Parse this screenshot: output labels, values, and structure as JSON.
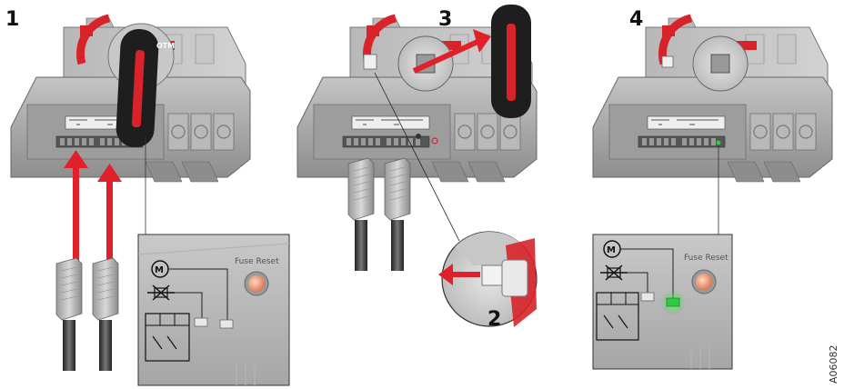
{
  "steps": {
    "step1": "1",
    "step2": "2",
    "step3": "3",
    "step4": "4"
  },
  "labels": {
    "fuse_reset": "Fuse Reset",
    "doc_id": "A06082",
    "brand_tag": "OTM"
  },
  "colors": {
    "accent_red": "#d8232a",
    "arrow_red": "#e0202a",
    "body_gray": "#a9a9a9",
    "dark_gray": "#6e6e6e",
    "handle_black": "#1e1e1e",
    "led_green": "#2ecc40",
    "button_orange": "#f4a07a"
  },
  "icons": [
    "motor-icon",
    "fuse-icon",
    "switch-diagram-icon",
    "insert-arrow-icon",
    "remove-arrow-icon"
  ]
}
